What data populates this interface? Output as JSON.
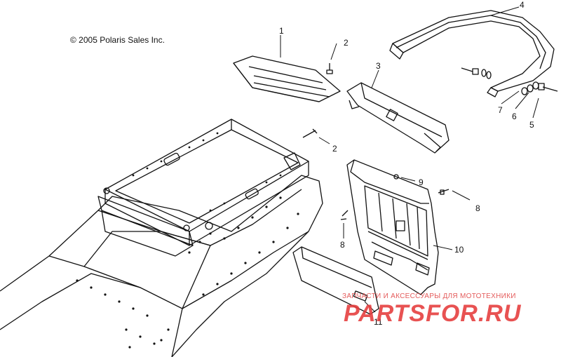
{
  "copyright": "© 2005 Polaris Sales Inc.",
  "callouts": {
    "c1": "1",
    "c2a": "2",
    "c2b": "2",
    "c3": "3",
    "c4": "4",
    "c5": "5",
    "c6": "6",
    "c7": "7",
    "c8a": "8",
    "c8b": "8",
    "c9": "9",
    "c10": "10",
    "c11": "11"
  },
  "watermark": {
    "tagline": "ЗАПЧАСТИ И АКСЕССУАРЫ ДЛЯ МОТОТЕХНИКИ",
    "logo": "PARTSFOR.RU"
  }
}
